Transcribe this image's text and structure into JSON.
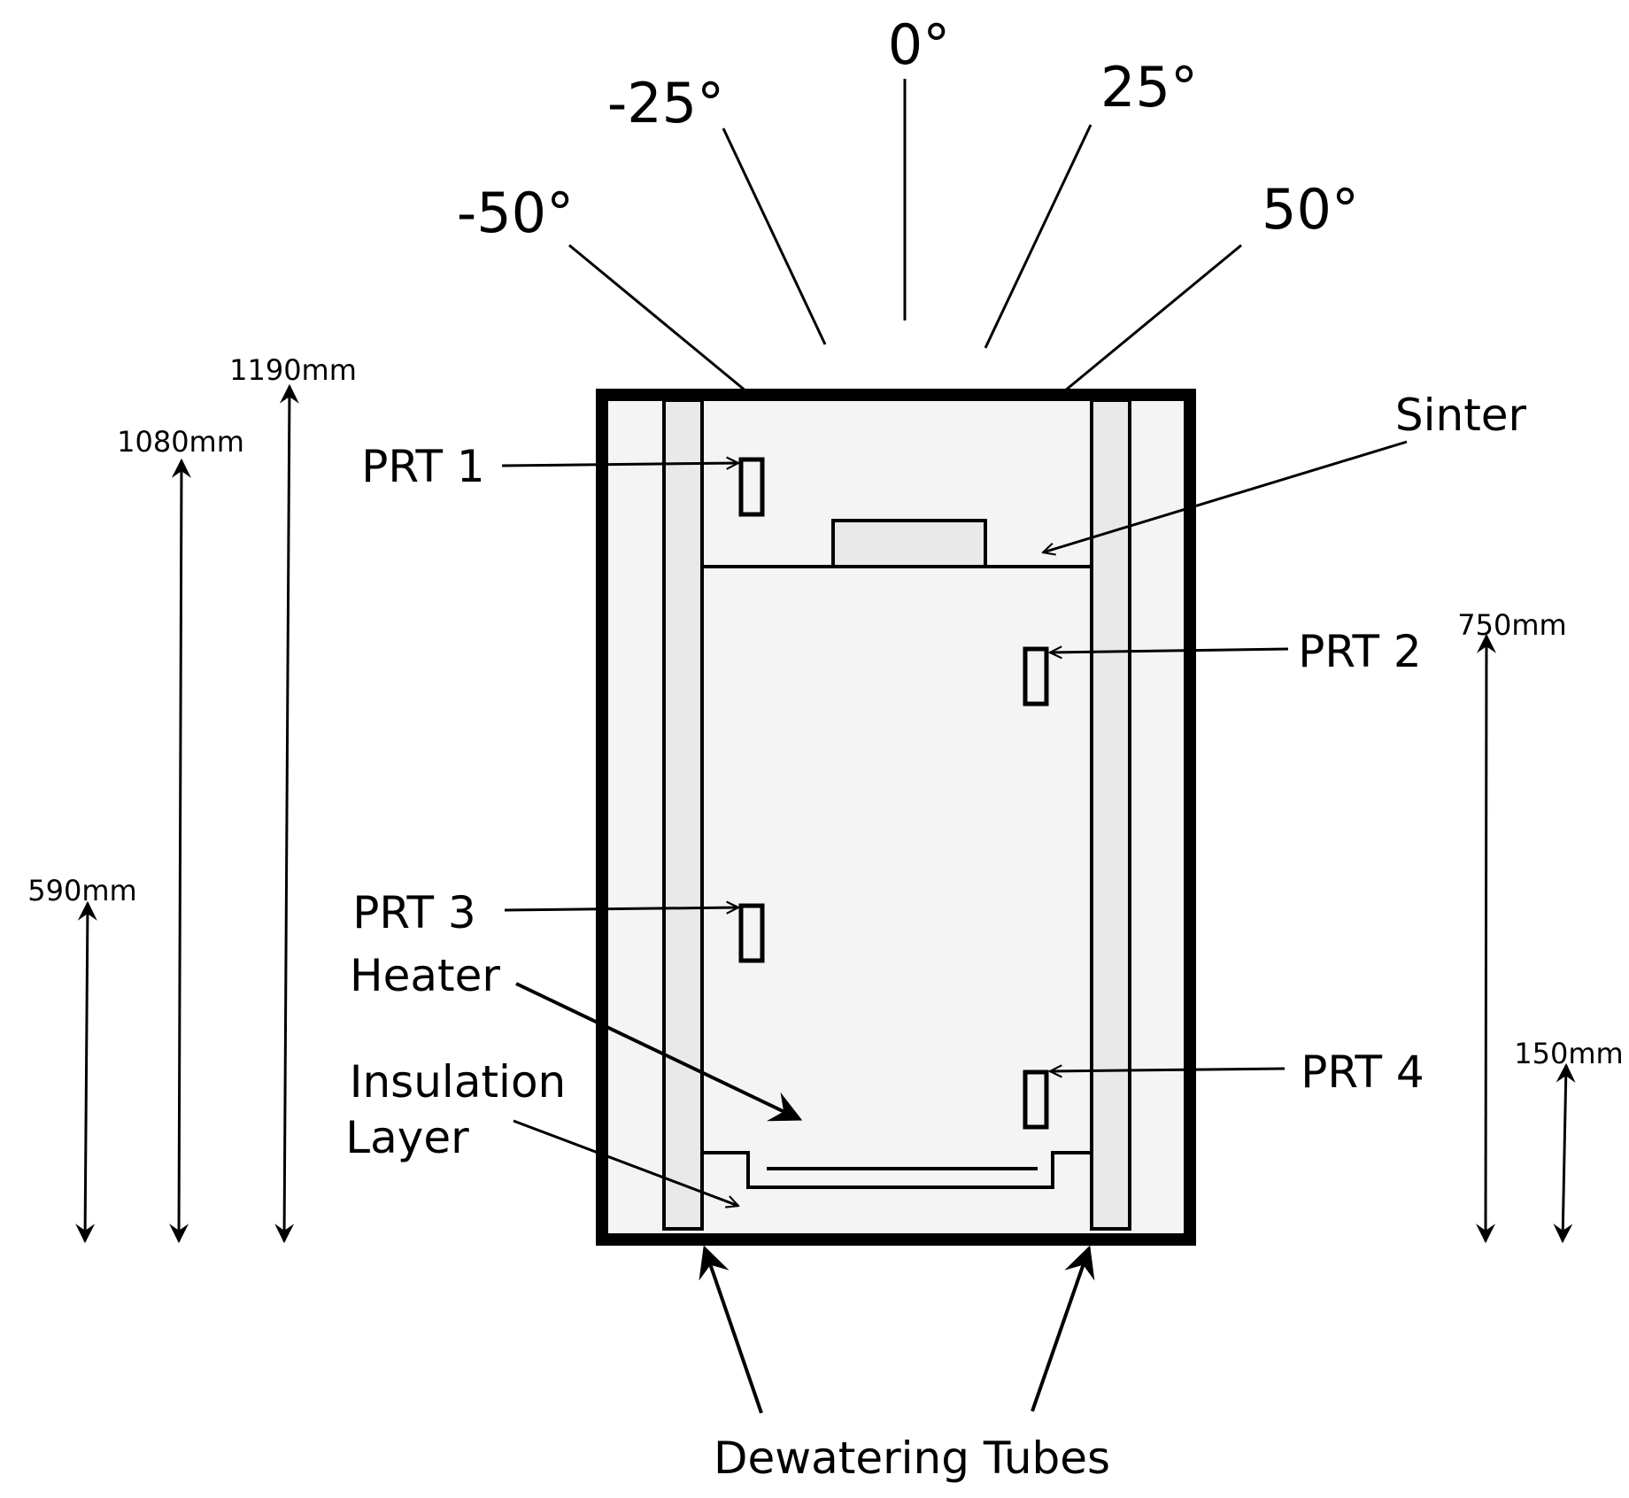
{
  "angles": [
    {
      "id": "m50",
      "label": "-50°"
    },
    {
      "id": "m25",
      "label": "-25°"
    },
    {
      "id": "z0",
      "label": "0°"
    },
    {
      "id": "p25",
      "label": "25°"
    },
    {
      "id": "p50",
      "label": "50°"
    }
  ],
  "labels": {
    "sinter": "Sinter",
    "prt1": "PRT 1",
    "prt2": "PRT 2",
    "prt3": "PRT 3",
    "prt4": "PRT 4",
    "heater": "Heater",
    "insulation_line1": "Insulation",
    "insulation_line2": "Layer",
    "dewatering": "Dewatering Tubes"
  },
  "dimensions": {
    "d1190": "1190mm",
    "d1080": "1080mm",
    "d590": "590mm",
    "d750": "750mm",
    "d150": "150mm"
  },
  "colors": {
    "stroke": "#000000",
    "fill_light": "#f4f4f4",
    "fill_mid": "#e9e9e9"
  }
}
